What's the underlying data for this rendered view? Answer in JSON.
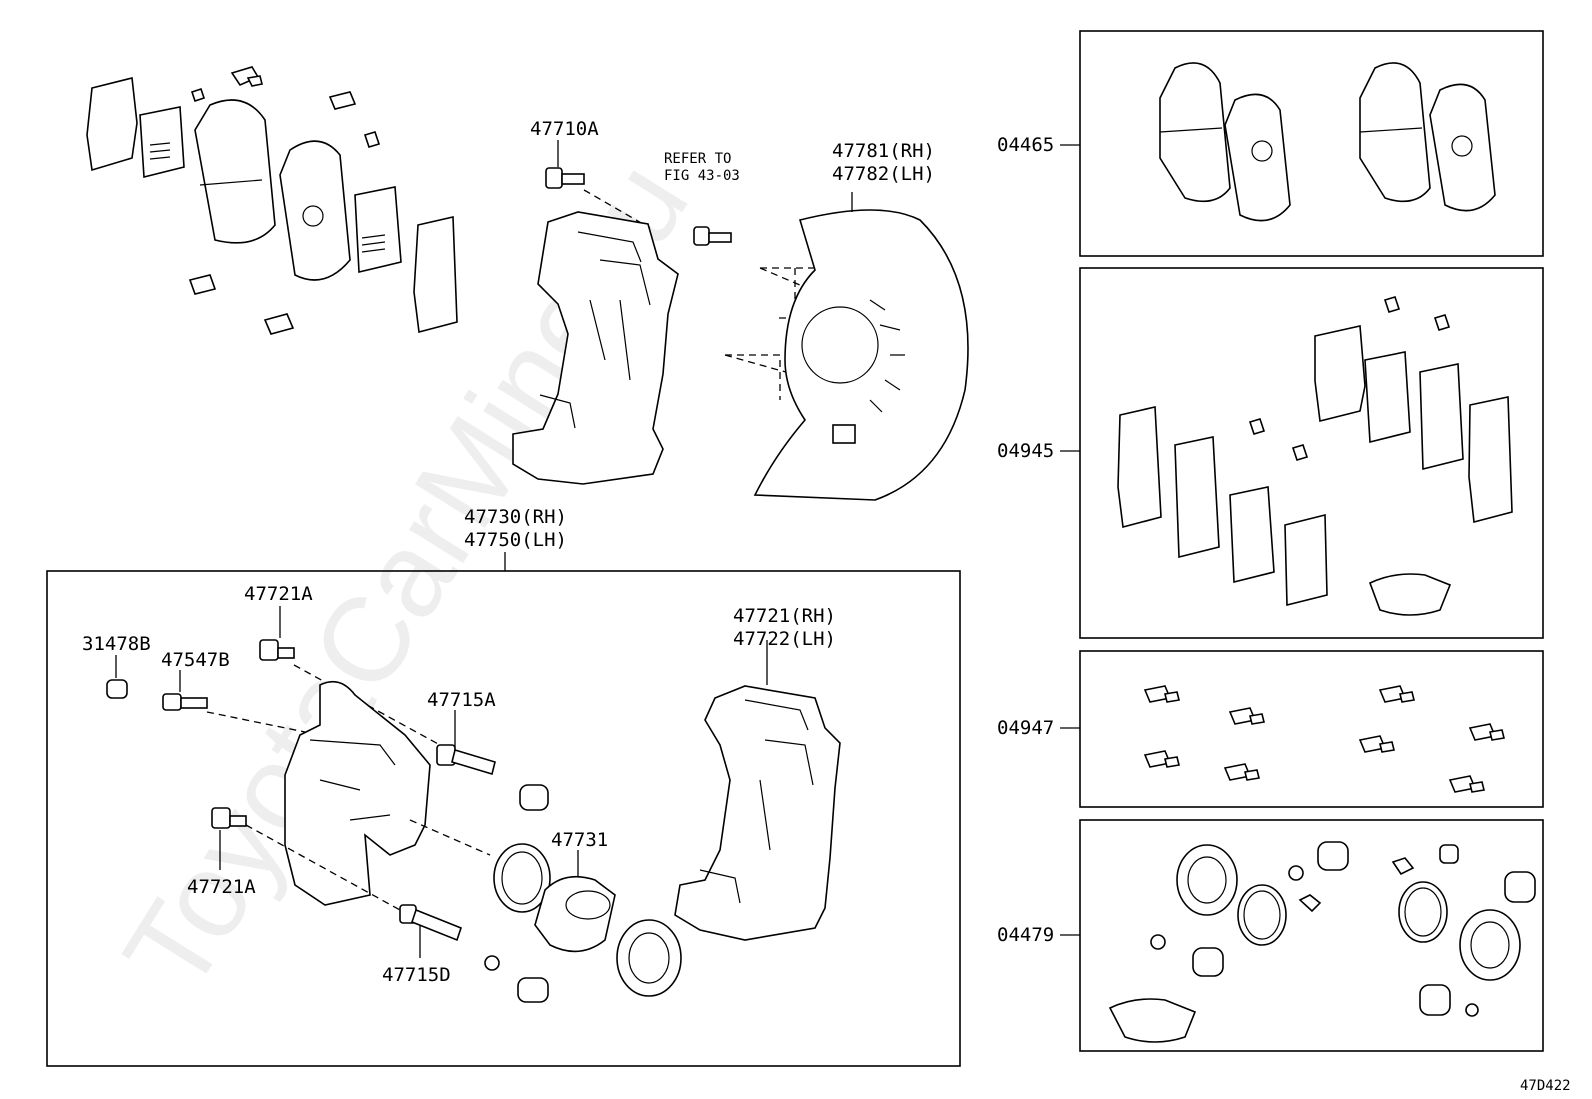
{
  "diagram": {
    "watermark": "ToyotaCarMine.ru",
    "figure_code": "47D422",
    "labels": {
      "bracket_bolt": "47710A",
      "refer_line1": "REFER TO",
      "refer_line2": "FIG 43-03",
      "dust_cover_rh": "47781(RH)",
      "dust_cover_lh": "47782(LH)",
      "caliper_rh": "47730(RH)",
      "caliper_lh": "47750(LH)",
      "bolt_top": "47721A",
      "cap": "31478B",
      "bleeder": "47547B",
      "pin_a": "47715A",
      "mount_rh": "47721(RH)",
      "mount_lh": "47722(LH)",
      "piston": "47731",
      "bolt_bottom": "47721A",
      "pin_d": "47715D"
    },
    "kits": [
      {
        "code": "04465"
      },
      {
        "code": "04945"
      },
      {
        "code": "04947"
      },
      {
        "code": "04479"
      }
    ]
  }
}
